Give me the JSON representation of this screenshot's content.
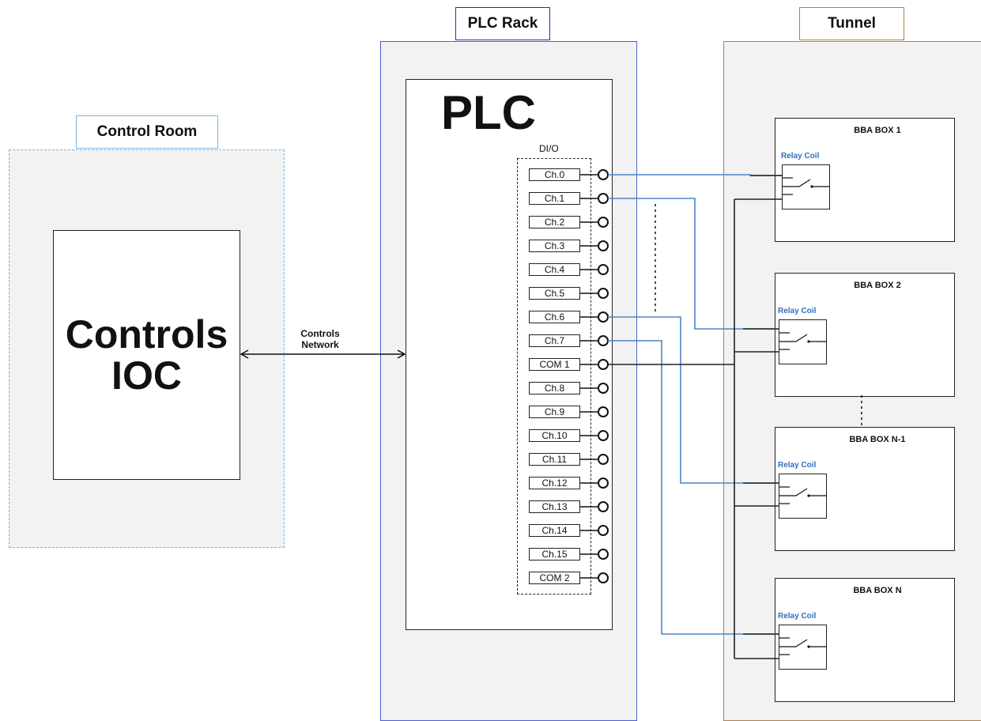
{
  "sections": {
    "control_room": "Control Room",
    "plc_rack": "PLC Rack",
    "tunnel": "Tunnel"
  },
  "ioc": {
    "line1": "Controls",
    "line2": "IOC"
  },
  "network": {
    "line1": "Controls",
    "line2": "Network"
  },
  "plc": {
    "title": "PLC",
    "dio_label": "DI/O"
  },
  "channels": [
    "Ch.0",
    "Ch.1",
    "Ch.2",
    "Ch.3",
    "Ch.4",
    "Ch.5",
    "Ch.6",
    "Ch.7",
    "COM 1",
    "Ch.8",
    "Ch.9",
    "Ch.10",
    "Ch.11",
    "Ch.12",
    "Ch.13",
    "Ch.14",
    "Ch.15",
    "COM 2"
  ],
  "bba_boxes": [
    {
      "title": "BBA BOX 1",
      "relay": "Relay Coil"
    },
    {
      "title": "BBA BOX 2",
      "relay": "Relay Coil"
    },
    {
      "title": "BBA BOX N-1",
      "relay": "Relay Coil"
    },
    {
      "title": "BBA BOX N",
      "relay": "Relay Coil"
    }
  ],
  "colors": {
    "wire_signal": "#4a86c8",
    "wire_common": "#222222",
    "control_room_border": "#7ab6e0",
    "plc_rack_border": "#4a5fd0",
    "tunnel_border": "#b08050"
  }
}
